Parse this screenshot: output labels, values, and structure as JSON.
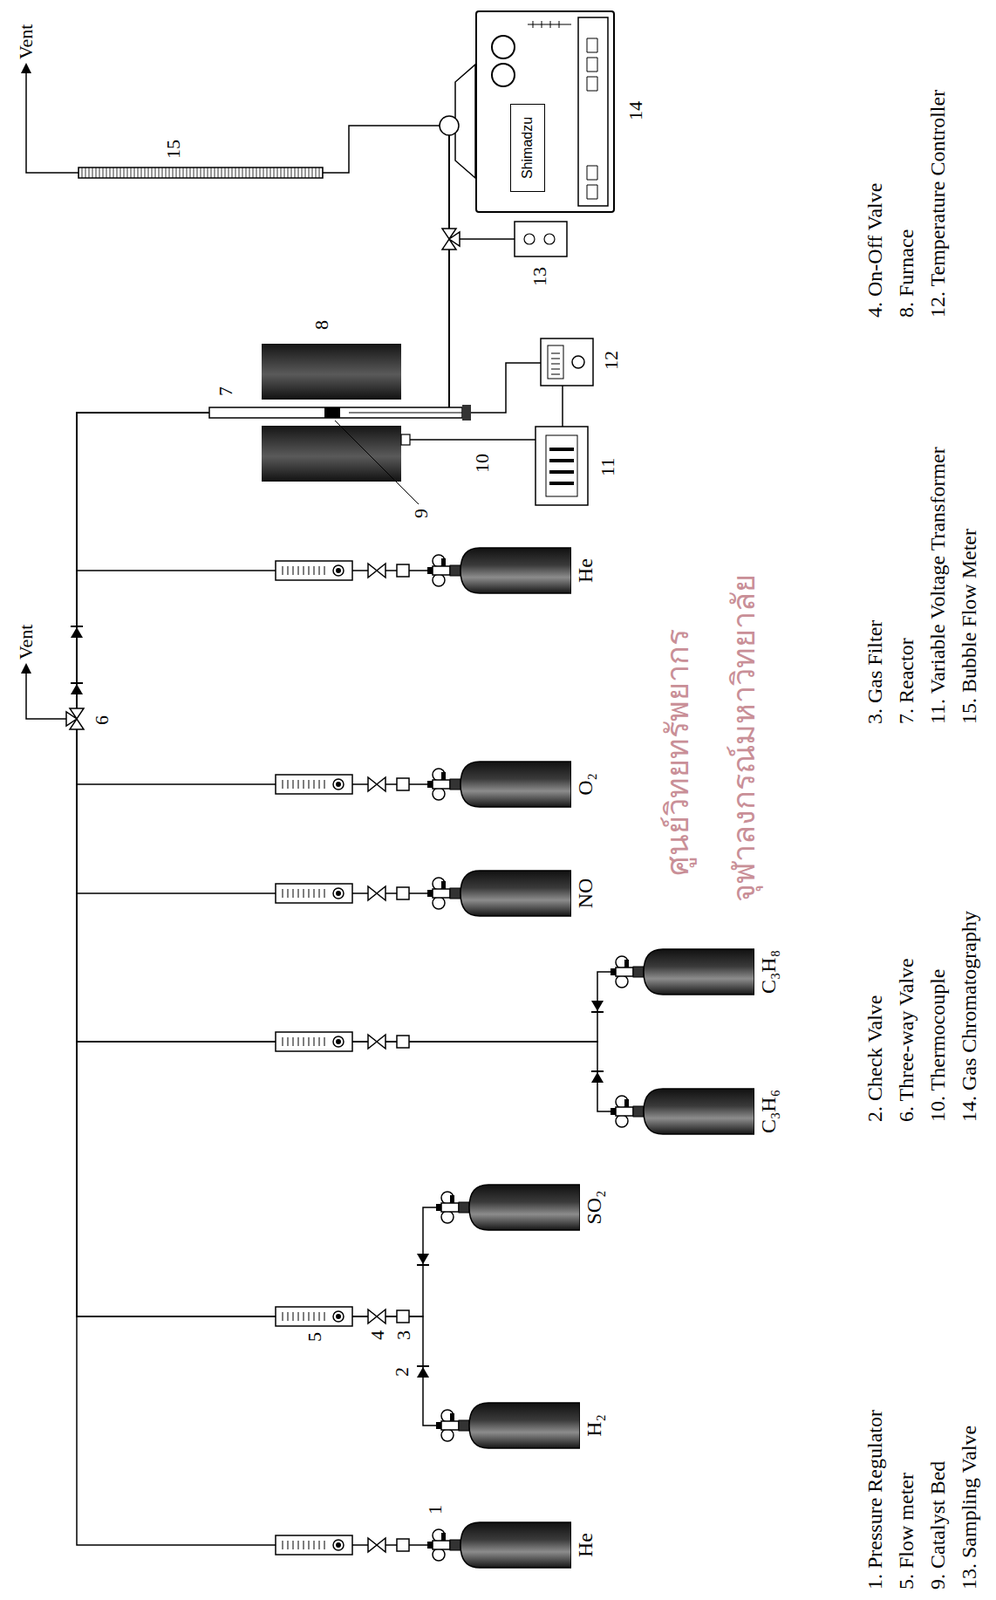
{
  "diagram": {
    "nodes": [
      {
        "text": [
          "He"
        ]
      },
      {
        "text": [
          "H₂"
        ]
      },
      {
        "text": [
          "SO₂"
        ]
      },
      {
        "text": [
          "C₃H₆"
        ]
      },
      {
        "text": [
          "C₃H₈"
        ]
      },
      {
        "text": [
          "NO"
        ]
      },
      {
        "text": [
          "O₂"
        ]
      },
      {
        "text": [
          "He"
        ]
      },
      {
        "text": [
          "Shimadzu"
        ]
      }
    ],
    "edges": [
      {
        "from": 0,
        "to": 8,
        "arrow": "none"
      },
      {
        "from": 1,
        "to": 8,
        "arrow": "none"
      },
      {
        "from": 2,
        "to": 8,
        "arrow": "none"
      },
      {
        "from": 3,
        "to": 8,
        "arrow": "none"
      },
      {
        "from": 4,
        "to": 8,
        "arrow": "none"
      },
      {
        "from": 5,
        "to": 8,
        "arrow": "none"
      },
      {
        "from": 6,
        "to": 8,
        "arrow": "none"
      },
      {
        "from": 7,
        "to": 8,
        "arrow": "none"
      }
    ],
    "labels": [
      "Vent",
      "Vent",
      "1",
      "2",
      "3",
      "4",
      "5",
      "6",
      "7",
      "8",
      "9",
      "10",
      "11",
      "12",
      "13",
      "14",
      "15",
      "ศูนย์วิทยทรัพยากร",
      "จุฬาลงกรณ์มหาวิทยาลัย"
    ],
    "legend": [
      {
        "text": "1. Pressure Regulator"
      },
      {
        "text": "2. Check Valve"
      },
      {
        "text": "3. Gas Filter"
      },
      {
        "text": "4. On-Off Valve"
      },
      {
        "text": "5. Flow meter"
      },
      {
        "text": "6. Three-way Valve"
      },
      {
        "text": "7. Reactor"
      },
      {
        "text": "8. Furnace"
      },
      {
        "text": "9. Catalyst Bed"
      },
      {
        "text": "10. Thermocouple"
      },
      {
        "text": "11. Variable Voltage Transformer"
      },
      {
        "text": "12. Temperature Controller"
      },
      {
        "text": "13. Sampling Valve"
      },
      {
        "text": "14. Gas Chromatography"
      },
      {
        "text": "15. Bubble Flow Meter"
      }
    ]
  }
}
